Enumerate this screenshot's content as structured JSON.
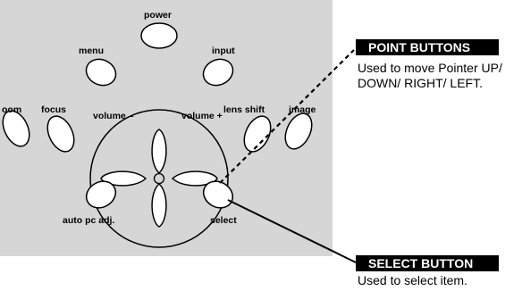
{
  "panel_colors": {
    "background": "#d6d6d6",
    "key_fill": "#ffffff",
    "outline": "#000000"
  },
  "keys": {
    "power": "power",
    "menu": "menu",
    "input": "input",
    "zoom": "oom",
    "focus": "focus",
    "volume_minus": "volume –",
    "volume_plus": "volume +",
    "lens_shift": "lens shift",
    "image": "image",
    "auto_pc_adj": "auto pc adj.",
    "select": "select"
  },
  "callouts": {
    "point": {
      "title": "POINT BUTTONS",
      "text": "Used to move Pointer UP/ DOWN/ RIGHT/ LEFT."
    },
    "select": {
      "title": "SELECT BUTTON",
      "text": "Used to select item."
    }
  }
}
